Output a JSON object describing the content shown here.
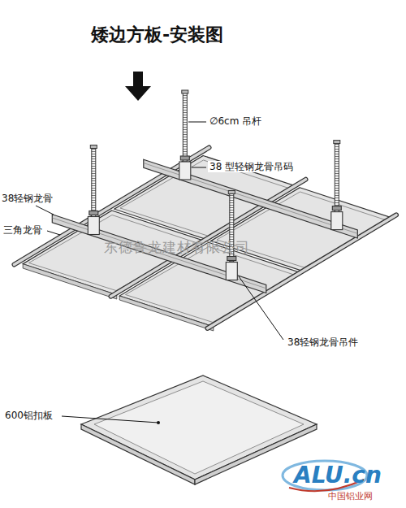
{
  "diagram": {
    "title": "矮边方板-安装图",
    "labels": [
      "∅6cm 吊杆",
      "38 型轻钢龙骨吊码",
      "38轻钢龙骨",
      "三角龙骨",
      "38轻钢龙骨吊件",
      "600铝扣板",
      "东德鲁龙建材有限公司",
      "ALU.cn",
      "中国铝业网"
    ]
  }
}
